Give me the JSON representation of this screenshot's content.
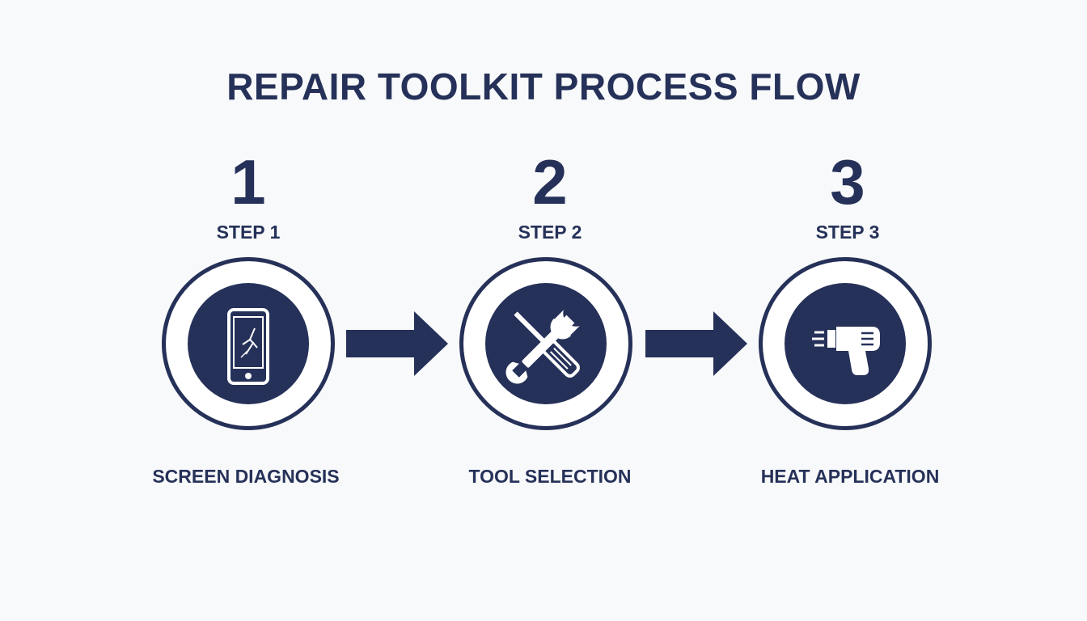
{
  "title": "REPAIR TOOLKIT PROCESS FLOW",
  "colors": {
    "primary": "#263159",
    "background": "#f8f9fa"
  },
  "steps": [
    {
      "number": "1",
      "label": "STEP 1",
      "caption": "SCREEN DIAGNOSIS",
      "icon": "cracked-phone-icon"
    },
    {
      "number": "2",
      "label": "STEP 2",
      "caption": "TOOL SELECTION",
      "icon": "screwdriver-wrench-icon"
    },
    {
      "number": "3",
      "label": "STEP 3",
      "caption": "HEAT APPLICATION",
      "icon": "heat-gun-icon"
    }
  ]
}
